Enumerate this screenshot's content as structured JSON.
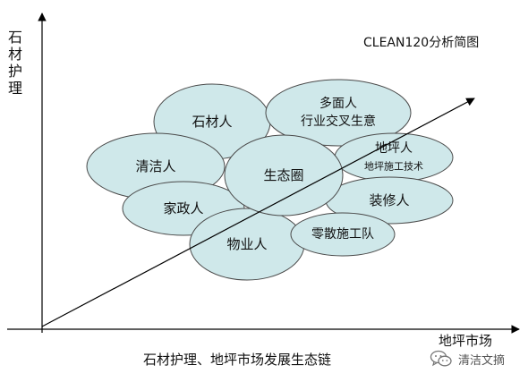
{
  "diagram": {
    "title": "CLEAN120分析简图",
    "y_axis_label": "石材护理",
    "x_axis_label": "地坪市场",
    "caption": "石材护理、地坪市场发展生态链",
    "bubble_fill": "#cfe8ea",
    "bubble_stroke": "#4a4a4a",
    "bubbles": [
      {
        "id": "stone",
        "lines": [
          "石材人"
        ]
      },
      {
        "id": "multi",
        "lines": [
          "多面人",
          "行业交叉生意"
        ]
      },
      {
        "id": "cleaning",
        "lines": [
          "清洁人"
        ]
      },
      {
        "id": "ecosystem",
        "lines": [
          "生态圈"
        ]
      },
      {
        "id": "floor",
        "lines": [
          "地坪人",
          "地坪施工技术"
        ]
      },
      {
        "id": "housekeeping",
        "lines": [
          "家政人"
        ]
      },
      {
        "id": "decoration",
        "lines": [
          "装修人"
        ]
      },
      {
        "id": "property",
        "lines": [
          "物业人"
        ]
      },
      {
        "id": "crew",
        "lines": [
          "零散施工队"
        ]
      }
    ]
  },
  "watermark": {
    "icon": "wechat-icon",
    "text": "清洁文摘"
  }
}
